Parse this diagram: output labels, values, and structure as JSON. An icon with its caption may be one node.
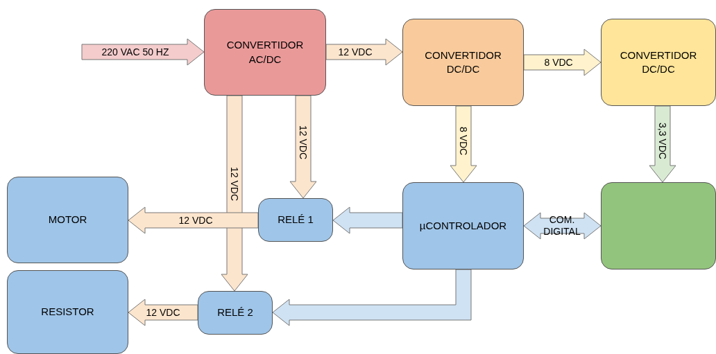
{
  "diagram": {
    "nodes": [
      {
        "text": [
          "CONVERTIDOR AC/DC"
        ]
      },
      {
        "text": [
          "CONVERTIDOR DC/DC"
        ]
      },
      {
        "text": [
          "CONVERTIDOR DC/DC"
        ]
      },
      {
        "text": [
          "MOTOR"
        ]
      },
      {
        "text": [
          "RELÉ 1"
        ]
      },
      {
        "text": [
          "µCONTROLADOR"
        ]
      },
      {
        "text": [],
        "shape": "box"
      },
      {
        "text": [
          "RESISTOR"
        ]
      },
      {
        "text": [
          "RELÉ 2"
        ]
      }
    ],
    "edges": [
      {
        "from": null,
        "to": 0,
        "arrow": "to",
        "label": "220 VAC 50 HZ",
        "color": "#f4cccc"
      },
      {
        "from": 0,
        "to": 1,
        "arrow": "to",
        "label": "12 VDC"
      },
      {
        "from": 1,
        "to": 2,
        "arrow": "to",
        "label": "8 VDC",
        "color": "#fff2cc"
      },
      {
        "from": 0,
        "to": 4,
        "arrow": "to",
        "label": "12 VDC"
      },
      {
        "from": 0,
        "to": 8,
        "arrow": "to",
        "label": "12 VDC"
      },
      {
        "from": 1,
        "to": 5,
        "arrow": "to",
        "label": "8 VDC",
        "color": "#fff2cc"
      },
      {
        "from": 2,
        "to": 6,
        "arrow": "to",
        "label": "3,3 VDC",
        "color": "#d9ead3"
      },
      {
        "from": 4,
        "to": 3,
        "arrow": "to",
        "label": "12 VDC"
      },
      {
        "from": 5,
        "to": 4,
        "arrow": "to",
        "color": "#cfe2f3"
      },
      {
        "from": 5,
        "to": 6,
        "arrow": "both",
        "label": "COM. DIGITAL",
        "color": "#cfe2f3"
      },
      {
        "from": 5,
        "to": 8,
        "arrow": "to",
        "color": "#cfe2f3"
      },
      {
        "from": 8,
        "to": 7,
        "arrow": "to",
        "label": "12 VDC"
      }
    ]
  }
}
